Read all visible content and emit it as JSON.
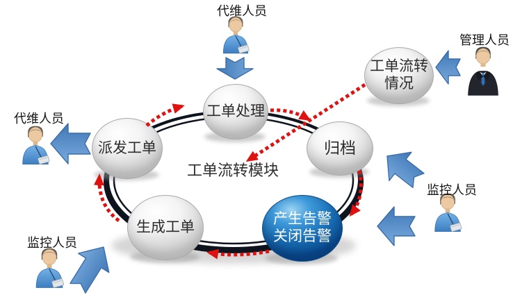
{
  "diagram": {
    "center_module_label": "工单流转模块",
    "nodes": {
      "process": {
        "label": "工单处理"
      },
      "dispatch": {
        "label": "派发工单"
      },
      "archive": {
        "label": "归档"
      },
      "generate": {
        "label": "生成工单"
      },
      "alarm": {
        "lines": [
          "产生告警",
          "关闭告警"
        ]
      },
      "status": {
        "lines": [
          "工单流转",
          "情况"
        ]
      }
    },
    "actors": {
      "top": {
        "label": "代维人员"
      },
      "left": {
        "label": "代维人员"
      },
      "bottom_left": {
        "label": "监控人员"
      },
      "right": {
        "label": "监控人员"
      },
      "top_right": {
        "label": "管理人员"
      }
    },
    "flows": [
      {
        "from": "产生告警/关闭告警",
        "to": "生成工单",
        "style": "red-dotted"
      },
      {
        "from": "生成工单",
        "to": "派发工单",
        "style": "red-dotted"
      },
      {
        "from": "派发工单",
        "to": "工单处理",
        "style": "red-dotted"
      },
      {
        "from": "工单处理",
        "to": "归档",
        "style": "red-dotted"
      },
      {
        "from": "归档",
        "to": "产生告警/关闭告警",
        "style": "red-dotted"
      },
      {
        "from": "工单流转情况",
        "to": "工单流转模块",
        "style": "red-dotted"
      },
      {
        "from": "代维人员(top)",
        "to": "工单处理",
        "style": "blue-block"
      },
      {
        "from": "派发工单",
        "to": "代维人员(left)",
        "style": "blue-block"
      },
      {
        "from": "监控人员(bottom-left)",
        "to": "生成工单",
        "style": "blue-block"
      },
      {
        "from": "监控人员(right)",
        "to": "归档",
        "style": "blue-block"
      },
      {
        "from": "监控人员(right)",
        "to": "产生告警/关闭告警",
        "style": "blue-block"
      },
      {
        "from": "管理人员",
        "to": "工单流转情况",
        "style": "blue-block"
      }
    ],
    "colors": {
      "ring": "#0d141d",
      "red_arrow": "#e01111",
      "blue_arrow": "#528ac9",
      "blue_node_top": "#3e9ada",
      "blue_node_bottom": "#0a4e94",
      "gray_node": "#e0e0e0",
      "text": "#2c2c2c"
    }
  }
}
